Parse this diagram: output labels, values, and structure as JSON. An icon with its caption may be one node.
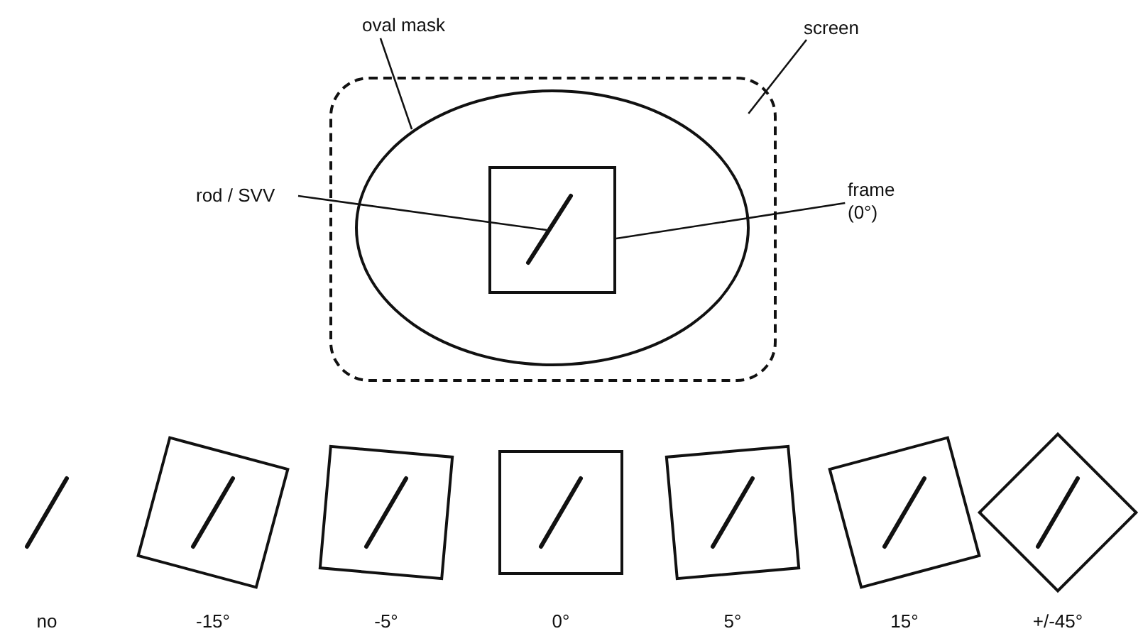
{
  "diagram": {
    "nodes": [
      {
        "text": [
          "oval mask"
        ]
      },
      {
        "text": [
          "screen"
        ]
      },
      {
        "text": [],
        "shape": "box"
      },
      {
        "text": [],
        "shape": "ellipse",
        "in": 2
      },
      {
        "text": [
          "rod / SVV"
        ]
      },
      {
        "text": [],
        "shape": "box",
        "in": 3
      },
      {
        "text": [],
        "shape": "bar",
        "in": 5
      },
      {
        "text": [
          "frame (0°)"
        ]
      },
      {
        "text": [],
        "shape": "bar",
        "beside": [
          "no"
        ]
      },
      {
        "text": [],
        "shape": "box",
        "beside": [
          "-15°"
        ]
      },
      {
        "text": [],
        "shape": "bar",
        "in": 9
      },
      {
        "text": [],
        "shape": "box",
        "beside": [
          "-5°"
        ]
      },
      {
        "text": [],
        "shape": "bar",
        "in": 11
      },
      {
        "text": [],
        "shape": "box",
        "beside": [
          "0°"
        ]
      },
      {
        "text": [],
        "shape": "bar",
        "in": 13
      },
      {
        "text": [],
        "shape": "box",
        "beside": [
          "5°"
        ]
      },
      {
        "text": [],
        "shape": "bar",
        "in": 15
      },
      {
        "text": [],
        "shape": "box",
        "beside": [
          "15°"
        ]
      },
      {
        "text": [],
        "shape": "bar",
        "in": 17
      },
      {
        "text": [],
        "shape": "box",
        "beside": [
          "+/-45°"
        ]
      },
      {
        "text": [],
        "shape": "bar",
        "in": 19
      }
    ],
    "edges": [
      {
        "from": 0,
        "to": 3,
        "arrow": "none"
      },
      {
        "from": 1,
        "to": 2,
        "arrow": "none"
      },
      {
        "from": 4,
        "to": 6,
        "arrow": "none"
      },
      {
        "from": 7,
        "to": 5,
        "arrow": "none"
      }
    ]
  }
}
